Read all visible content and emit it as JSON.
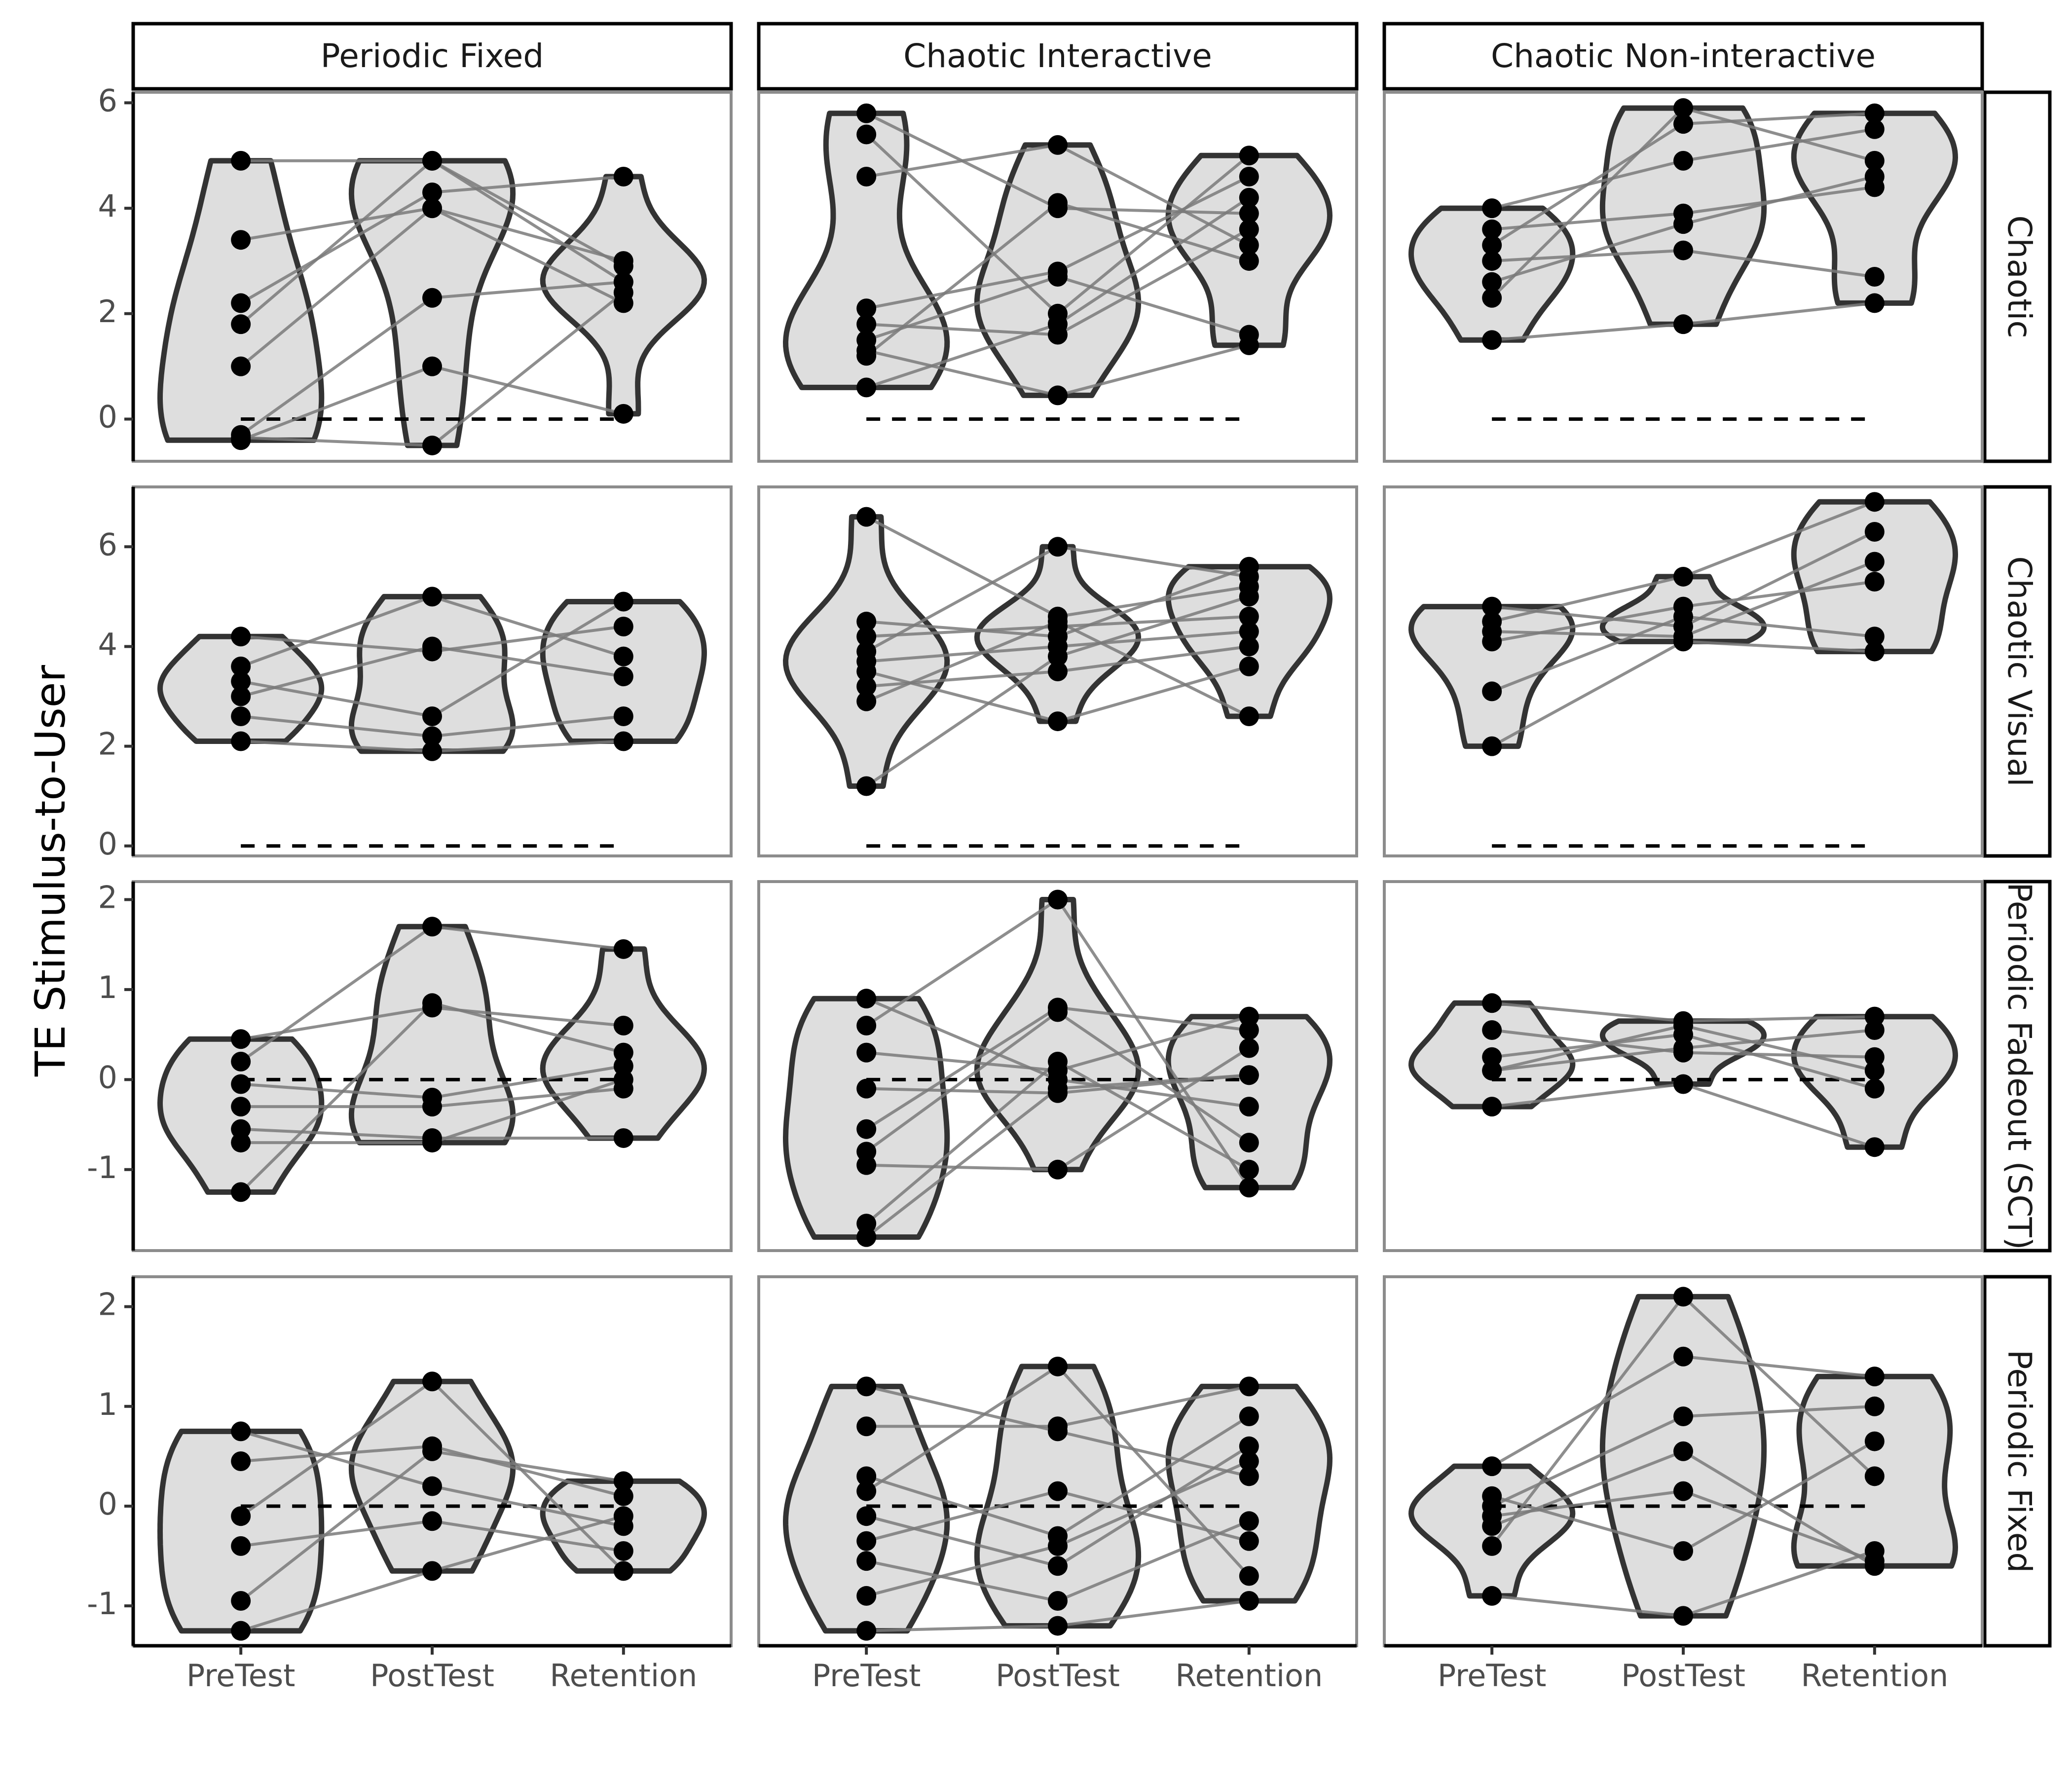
{
  "chart_data": {
    "type": "violin",
    "ylabel": "TE Stimulus-to-User",
    "x_categories": [
      "PreTest",
      "PostTest",
      "Retention"
    ],
    "column_facets": [
      "Periodic Fixed",
      "Chaotic Interactive",
      "Chaotic Non-interactive"
    ],
    "row_facets": [
      "Chaotic",
      "Chaotic Visual",
      "Periodic Fadeout (SCT)",
      "Periodic Fixed"
    ],
    "row_facet_labels_shown": [
      "Chaotic",
      "Chaotic Visual",
      "eriodic Fadeout (SCT",
      "Periodic Fixed"
    ],
    "reference_line_y": 0,
    "colors": {
      "violin_fill": "#dedede",
      "violin_stroke": "#333333",
      "point": "#000000",
      "paired_line": "#7a7a7a",
      "panel_border": "#8c8c8c"
    },
    "rows": [
      {
        "name": "Chaotic",
        "ylim": [
          -0.8,
          6.2
        ],
        "yticks": [
          0,
          2,
          4,
          6
        ],
        "yticklabels": [
          "0",
          "2",
          "4",
          "6"
        ],
        "panels": [
          {
            "column": "Periodic Fixed",
            "pairs": [
              [
                4.9,
                4.9,
                2.9
              ],
              [
                3.4,
                4.0,
                3.0
              ],
              [
                2.2,
                4.3,
                4.6
              ],
              [
                1.8,
                4.9,
                2.6
              ],
              [
                1.0,
                4.0,
                2.2
              ],
              [
                -0.3,
                2.3,
                2.6
              ],
              [
                -0.4,
                1.0,
                0.1
              ],
              [
                -0.35,
                -0.5,
                2.4
              ]
            ]
          },
          {
            "column": "Chaotic Interactive",
            "pairs": [
              [
                5.8,
                4.0,
                3.9
              ],
              [
                5.4,
                2.0,
                5.0
              ],
              [
                4.6,
                5.2,
                3.3
              ],
              [
                2.1,
                2.8,
                4.6
              ],
              [
                1.8,
                1.6,
                3.6
              ],
              [
                1.5,
                2.7,
                1.6
              ],
              [
                1.3,
                0.45,
                1.4
              ],
              [
                1.2,
                4.1,
                3.0
              ],
              [
                0.6,
                1.8,
                4.2
              ]
            ]
          },
          {
            "column": "Chaotic Non-interactive",
            "pairs": [
              [
                4.0,
                4.9,
                5.5
              ],
              [
                3.6,
                3.9,
                4.4
              ],
              [
                3.3,
                5.6,
                5.8
              ],
              [
                3.0,
                3.2,
                2.7
              ],
              [
                2.6,
                3.7,
                4.6
              ],
              [
                2.3,
                5.9,
                4.9
              ],
              [
                1.5,
                1.8,
                2.2
              ]
            ]
          }
        ]
      },
      {
        "name": "Chaotic Visual",
        "ylim": [
          -0.2,
          7.2
        ],
        "yticks": [
          0,
          2,
          4,
          6
        ],
        "yticklabels": [
          "0",
          "2",
          "4",
          "6"
        ],
        "panels": [
          {
            "column": "Periodic Fixed",
            "pairs": [
              [
                4.2,
                3.9,
                4.4
              ],
              [
                3.6,
                5.0,
                3.8
              ],
              [
                3.3,
                2.6,
                4.9
              ],
              [
                3.0,
                4.0,
                3.4
              ],
              [
                2.6,
                2.2,
                2.6
              ],
              [
                2.1,
                1.9,
                2.1
              ]
            ]
          },
          {
            "column": "Chaotic Interactive",
            "pairs": [
              [
                6.6,
                4.6,
                5.2
              ],
              [
                4.5,
                4.2,
                5.6
              ],
              [
                4.2,
                4.4,
                4.6
              ],
              [
                3.9,
                6.0,
                5.4
              ],
              [
                3.7,
                4.0,
                4.3
              ],
              [
                3.5,
                2.5,
                3.6
              ],
              [
                3.2,
                3.5,
                4.0
              ],
              [
                2.9,
                4.5,
                2.6
              ],
              [
                1.2,
                3.8,
                5.0
              ]
            ]
          },
          {
            "column": "Chaotic Non-interactive",
            "pairs": [
              [
                4.8,
                4.4,
                6.3
              ],
              [
                4.5,
                5.4,
                6.9
              ],
              [
                4.3,
                4.2,
                5.7
              ],
              [
                4.1,
                4.8,
                5.3
              ],
              [
                3.1,
                4.6,
                4.2
              ],
              [
                2.0,
                4.1,
                3.9
              ]
            ]
          }
        ]
      },
      {
        "name": "Periodic Fadeout (SCT)",
        "ylim": [
          -1.9,
          2.2
        ],
        "yticks": [
          -1,
          0,
          1,
          2
        ],
        "yticklabels": [
          "-1",
          "0",
          "1",
          "2"
        ],
        "panels": [
          {
            "column": "Periodic Fixed",
            "pairs": [
              [
                0.45,
                0.8,
                0.6
              ],
              [
                0.2,
                1.7,
                1.45
              ],
              [
                -0.05,
                -0.2,
                0.15
              ],
              [
                -0.3,
                -0.3,
                -0.1
              ],
              [
                -0.55,
                -0.65,
                -0.65
              ],
              [
                -0.7,
                -0.7,
                0.0
              ],
              [
                -1.25,
                0.85,
                0.3
              ]
            ]
          },
          {
            "column": "Chaotic Interactive",
            "pairs": [
              [
                0.9,
                0.0,
                -0.3
              ],
              [
                0.6,
                2.0,
                -1.2
              ],
              [
                0.3,
                0.1,
                0.7
              ],
              [
                -0.1,
                -0.15,
                0.05
              ],
              [
                -0.55,
                0.8,
                0.55
              ],
              [
                -0.8,
                0.75,
                -0.7
              ],
              [
                -0.95,
                -1.0,
                0.35
              ],
              [
                -1.6,
                0.2,
                -1.0
              ],
              [
                -1.75,
                -0.1,
                0.05
              ]
            ]
          },
          {
            "column": "Chaotic Non-interactive",
            "pairs": [
              [
                0.85,
                0.65,
                0.7
              ],
              [
                0.55,
                0.3,
                0.25
              ],
              [
                0.25,
                0.5,
                -0.1
              ],
              [
                0.1,
                0.35,
                0.55
              ],
              [
                -0.3,
                -0.05,
                -0.75
              ],
              [
                0.1,
                0.6,
                0.1
              ]
            ]
          }
        ]
      },
      {
        "name": "Periodic Fixed",
        "ylim": [
          -1.4,
          2.3
        ],
        "yticks": [
          -1,
          0,
          1,
          2
        ],
        "yticklabels": [
          "-1",
          "0",
          "1",
          "2"
        ],
        "panels": [
          {
            "column": "Periodic Fixed",
            "pairs": [
              [
                0.75,
                0.2,
                -0.2
              ],
              [
                0.45,
                0.6,
                0.1
              ],
              [
                -0.1,
                1.25,
                -0.65
              ],
              [
                -0.4,
                -0.15,
                -0.45
              ],
              [
                -0.95,
                0.55,
                0.25
              ],
              [
                -1.25,
                -0.65,
                -0.1
              ]
            ]
          },
          {
            "column": "Chaotic Interactive",
            "pairs": [
              [
                1.2,
                0.75,
                0.3
              ],
              [
                0.8,
                0.8,
                1.2
              ],
              [
                0.3,
                -0.3,
                0.9
              ],
              [
                0.15,
                1.4,
                -0.7
              ],
              [
                -0.1,
                -0.6,
                0.6
              ],
              [
                -0.35,
                0.15,
                -0.35
              ],
              [
                -0.55,
                -0.95,
                -0.15
              ],
              [
                -0.9,
                -0.4,
                0.45
              ],
              [
                -1.25,
                -1.2,
                -0.95
              ]
            ]
          },
          {
            "column": "Chaotic Non-interactive",
            "pairs": [
              [
                0.4,
                1.5,
                1.3
              ],
              [
                0.1,
                -0.45,
                0.65
              ],
              [
                -0.2,
                0.55,
                -0.6
              ],
              [
                -0.4,
                2.1,
                0.3
              ],
              [
                -0.9,
                -1.1,
                -0.45
              ],
              [
                0.0,
                0.9,
                1.0
              ],
              [
                -0.1,
                0.15,
                -0.55
              ]
            ]
          }
        ]
      }
    ]
  }
}
